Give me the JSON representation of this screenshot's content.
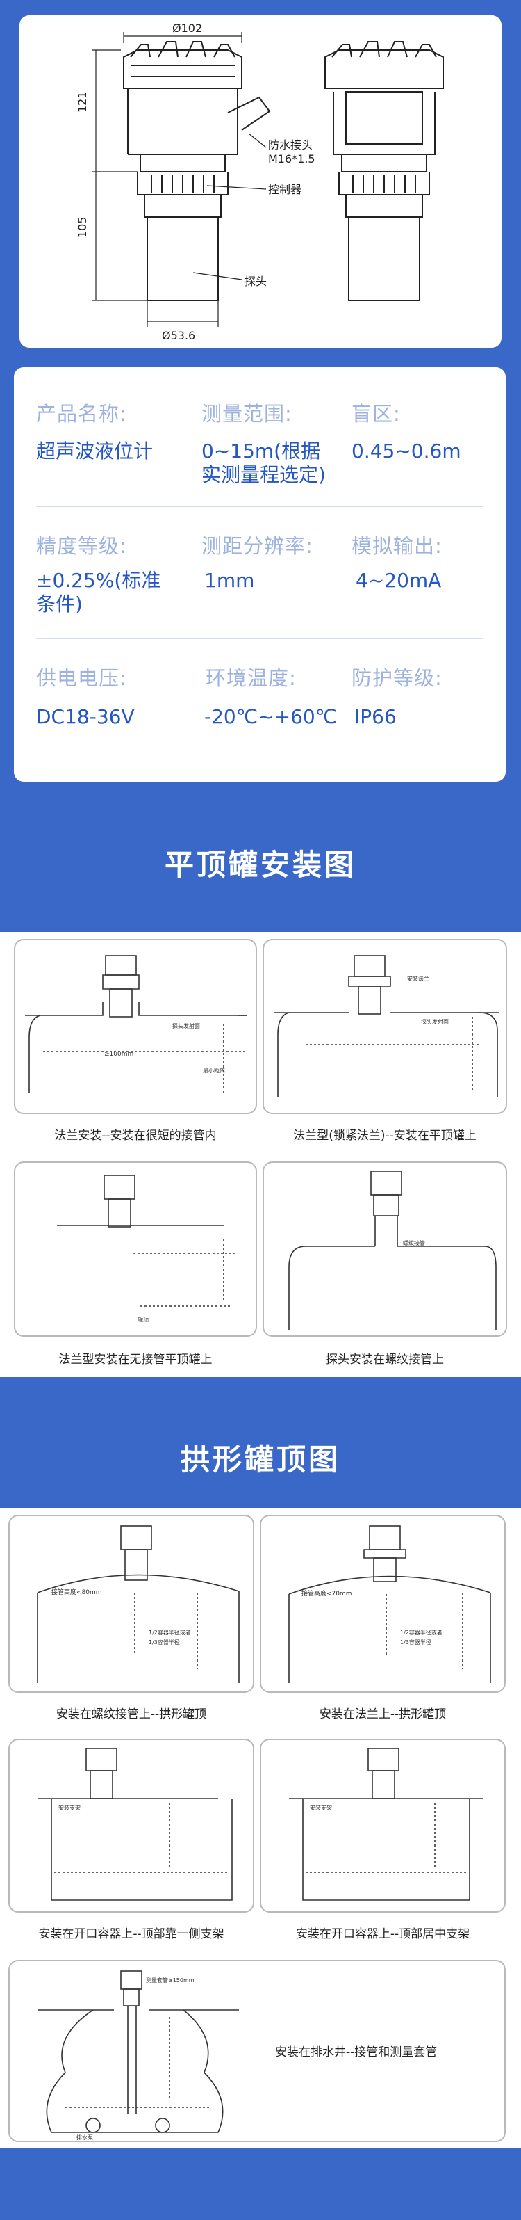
{
  "drawing": {
    "dim_top": "Ø102",
    "dim_height_upper": "121",
    "dim_height_lower": "105",
    "dim_bottom": "Ø53.6",
    "label_connector": "防水接头",
    "label_thread": "M16*1.5",
    "label_controller": "控制器",
    "label_probe": "探头"
  },
  "specs": [
    {
      "label": "产品名称:",
      "value": "超声波液位计"
    },
    {
      "label": "测量范围:",
      "value": "0~15m(根据\n实测量程选定)"
    },
    {
      "label": "盲区:",
      "value": "0.45~0.6m"
    },
    {
      "label": "精度等级:",
      "value": "±0.25%(标准\n条件)"
    },
    {
      "label": "测距分辨率:",
      "value": "1mm"
    },
    {
      "label": "模拟输出:",
      "value": "4~20mA"
    },
    {
      "label": "供电电压:",
      "value": "DC18-36V"
    },
    {
      "label": "环境温度:",
      "value": "-20℃~+60℃"
    },
    {
      "label": "防护等级:",
      "value": "IP66"
    }
  ],
  "section1": {
    "title": "平顶罐安装图",
    "captions": [
      "法兰安装--安装在很短的接管内",
      "法兰型(锁紧法兰)--安装在平顶罐上",
      "法兰型安装在无接管平顶罐上",
      "探头安装在螺纹接管上"
    ],
    "small_labels": {
      "min_width": "≥100mm",
      "tank_top": "罐顶",
      "flange": "安装法兰",
      "blind_zone": "探头发射面",
      "max_range": "最小距离",
      "thread": "螺纹接管"
    }
  },
  "section2": {
    "title": "拱形罐顶图",
    "captions": [
      "安装在螺纹接管上--拱形罐顶",
      "安装在法兰上--拱形罐顶",
      "安装在开口容器上--顶部靠一侧支架",
      "安装在开口容器上--顶部居中支架",
      "安装在排水井--接管和测量套管"
    ],
    "small_labels": {
      "nozzle_a": "接管高度<80mm",
      "nozzle_b": "接管高度<70mm",
      "half_radius": "1/2容器半径或者",
      "third_radius": "1/3容器半径",
      "bracket": "安装支架",
      "pipe": "测量套管≥150mm",
      "pump": "排水泵"
    }
  }
}
